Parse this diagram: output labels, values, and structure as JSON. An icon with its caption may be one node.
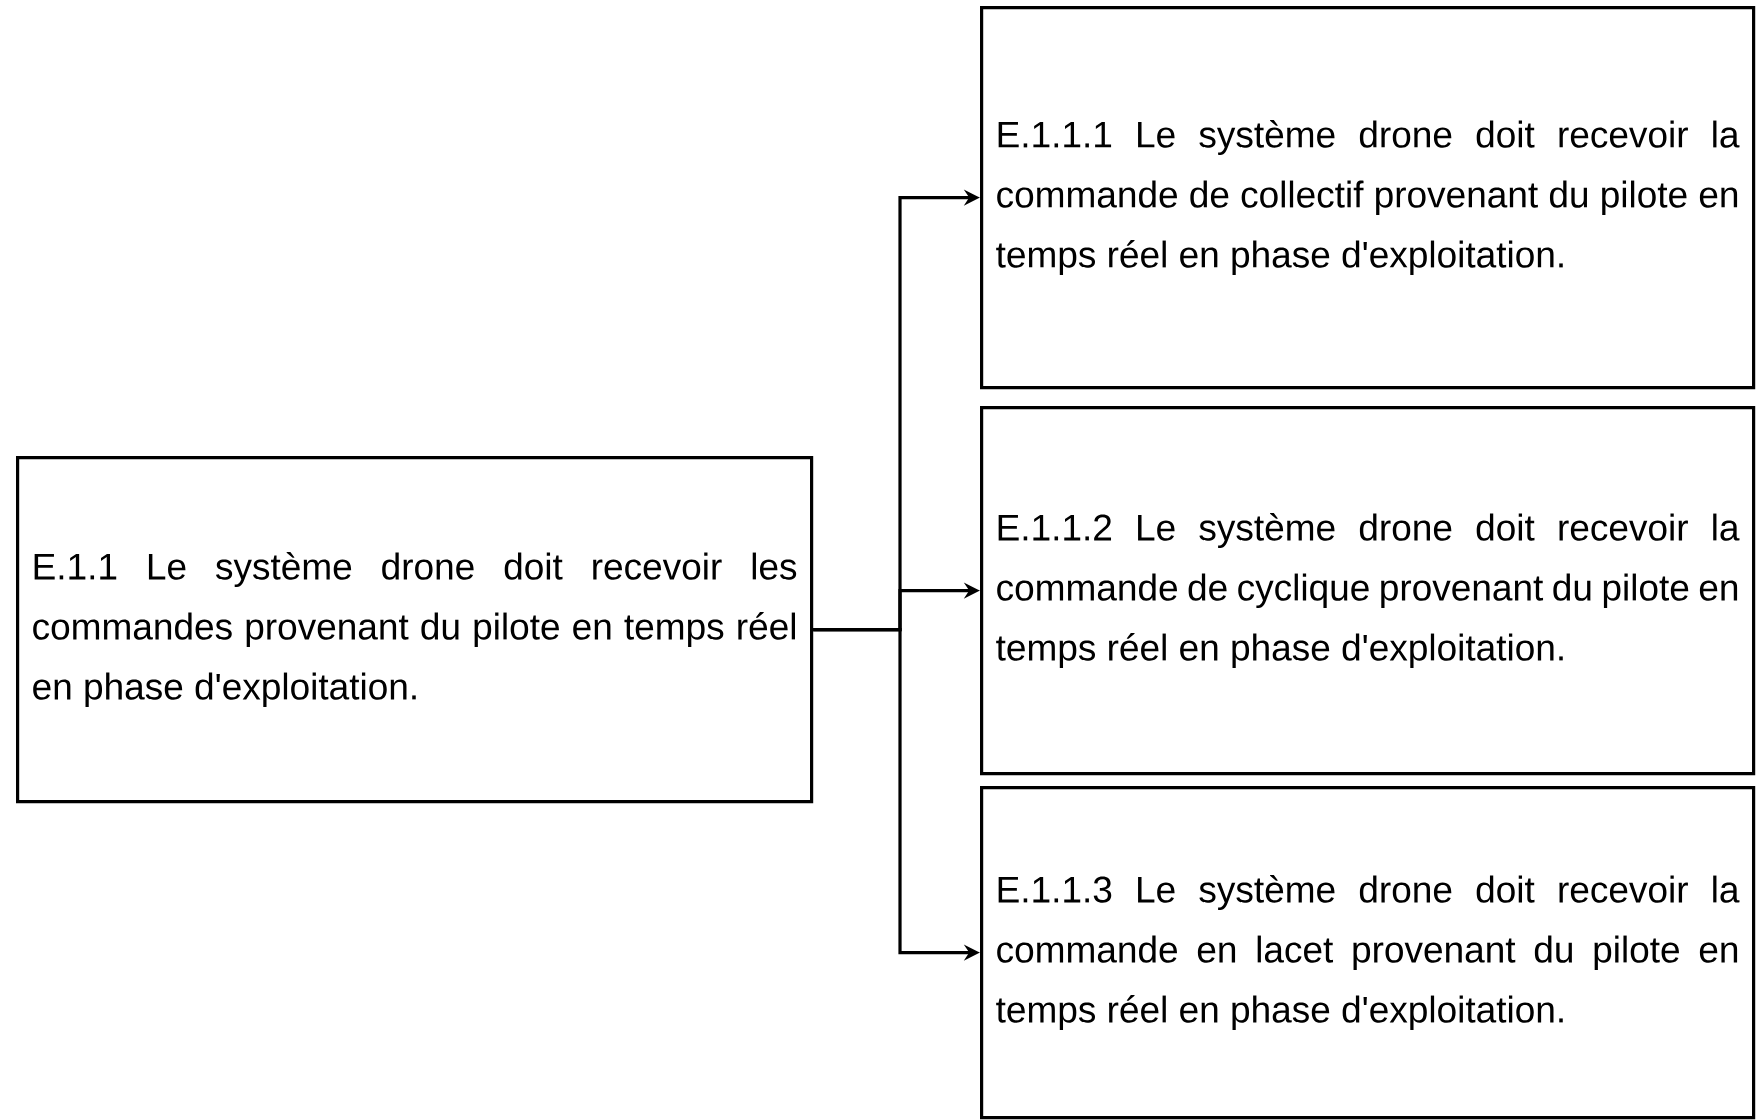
{
  "diagram": {
    "nodes": [
      {
        "text": [
          "E.1.1 Le système drone doit recevoir les commandes provenant du pilote en temps réel en phase d'exploitation."
        ]
      },
      {
        "text": [
          "E.1.1.1 Le système drone doit recevoir la commande de collectif provenant du pilote en temps réel en phase d'exploitation."
        ]
      },
      {
        "text": [
          "E.1.1.2 Le système drone doit recevoir la commande de cyclique provenant du pilote en temps réel en phase d'exploitation."
        ]
      },
      {
        "text": [
          "E.1.1.3 Le système drone doit recevoir la commande en lacet provenant du pilote en temps réel en phase d'exploitation."
        ]
      }
    ],
    "edges": [
      {
        "from": 0,
        "to": 1,
        "arrow": "to"
      },
      {
        "from": 0,
        "to": 2,
        "arrow": "to"
      },
      {
        "from": 0,
        "to": 3,
        "arrow": "to"
      }
    ]
  }
}
